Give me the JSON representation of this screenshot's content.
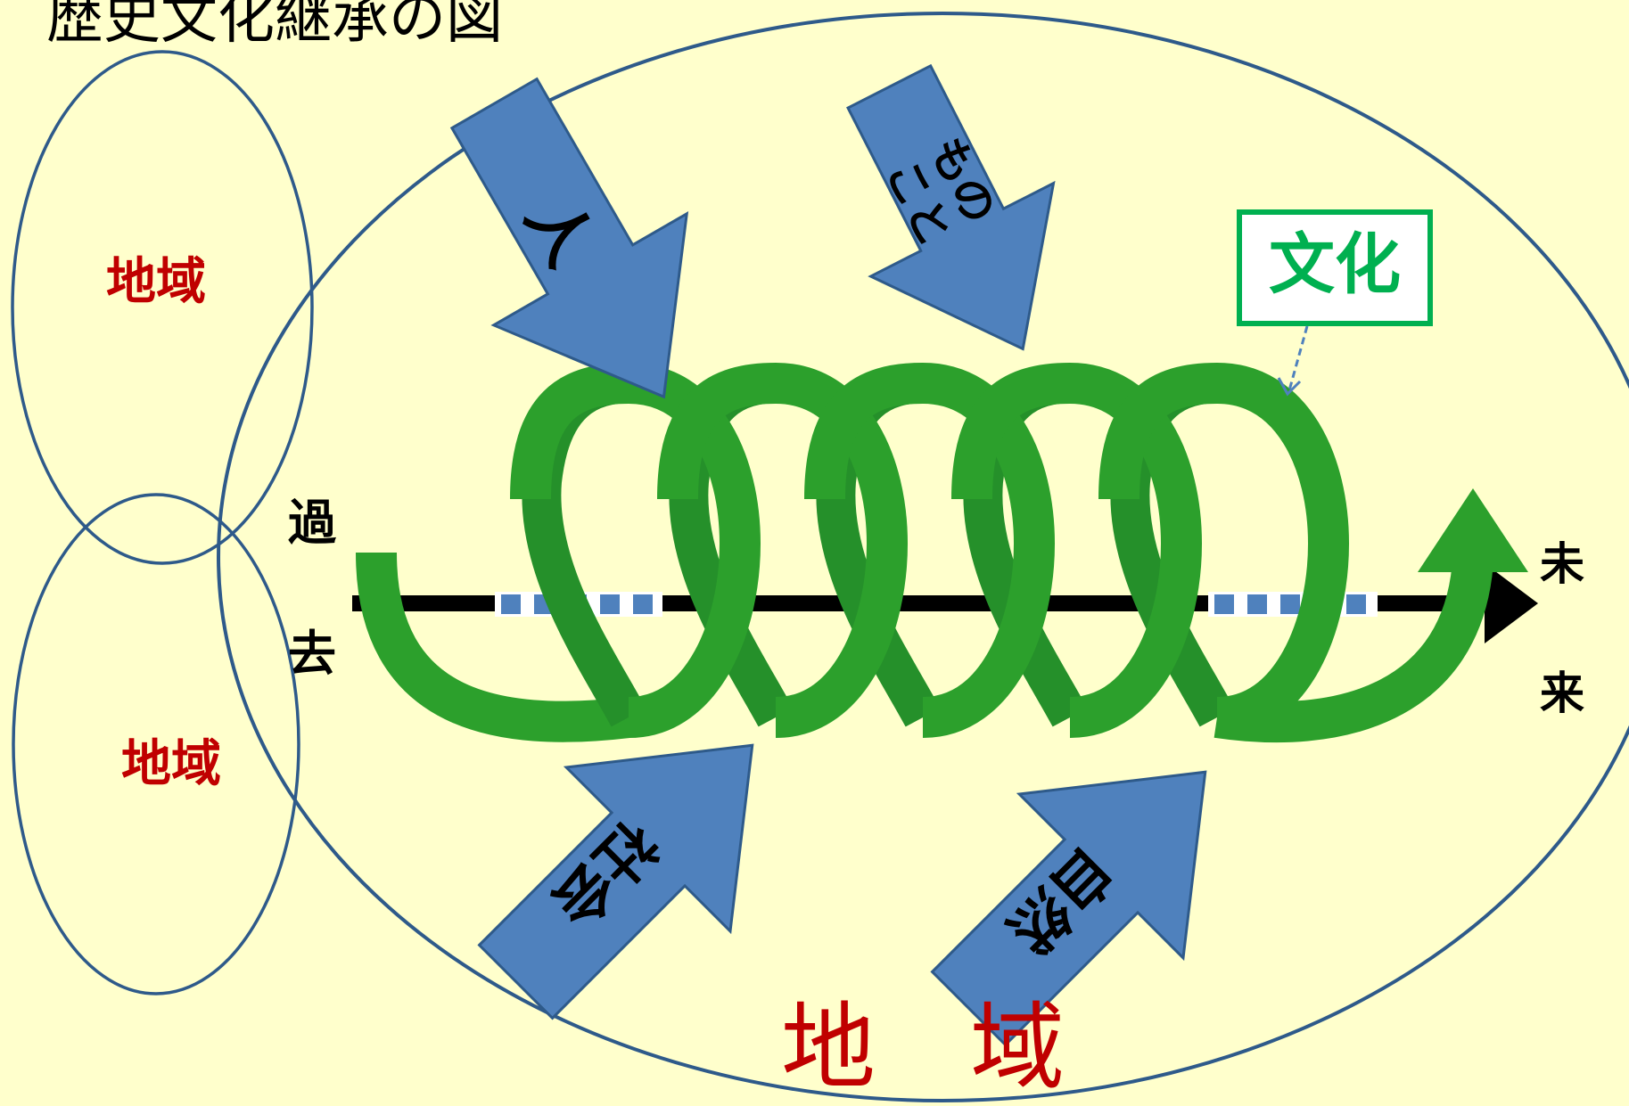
{
  "title": "歴史文化継承の図",
  "colors": {
    "background": "#ffffcc",
    "ellipse_stroke": "#2e5a8a",
    "region_text": "#c00000",
    "arrow_fill": "#4f81bd",
    "spiral_green": "#2ca02c",
    "spiral_dark": "#25902a",
    "culture_green": "#00b050",
    "timeline": "#000000"
  },
  "regions": {
    "left_top": "地域",
    "left_bottom": "地域",
    "main": "地　域"
  },
  "timeline": {
    "past_1": "過",
    "past_2": "去",
    "future_1": "未",
    "future_2": "来"
  },
  "inputs": {
    "people": "人",
    "things_1": "もの",
    "things_2": "こと",
    "society": "社会",
    "nature": "自然"
  },
  "culture_label": "文化"
}
